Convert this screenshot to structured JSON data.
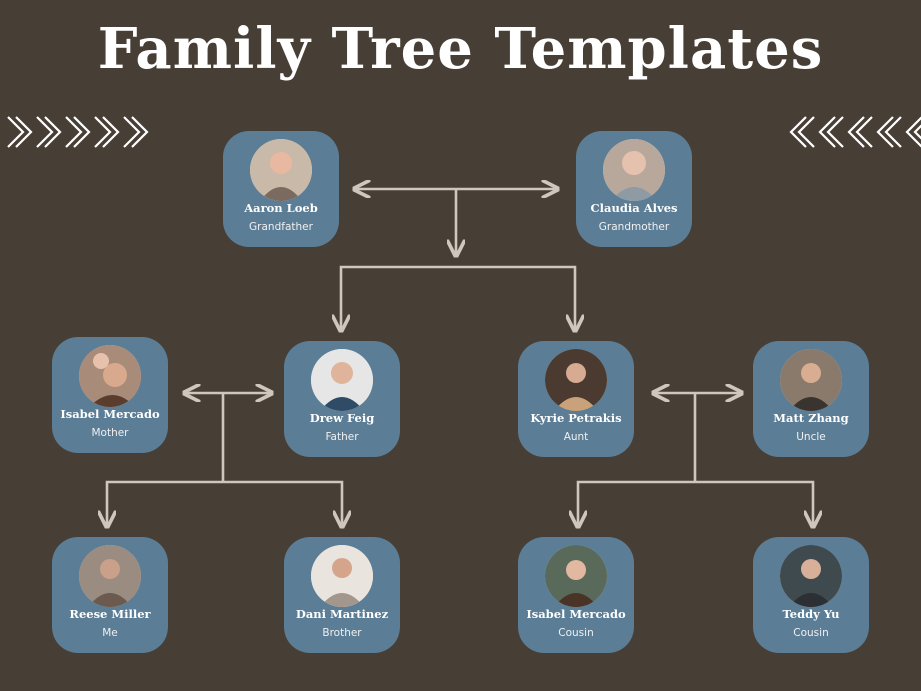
{
  "title": "Family Tree Templates",
  "colors": {
    "background": "#473e35",
    "card": "#5b7e96",
    "connector": "#cfc6bd",
    "text": "#ffffff"
  },
  "decorations": {
    "left": "chevrons-right-icon",
    "right": "chevrons-left-icon"
  },
  "members": {
    "aaron": {
      "name": "Aaron Loeb",
      "role": "Grandfather"
    },
    "claudia": {
      "name": "Claudia Alves",
      "role": "Grandmother"
    },
    "isabelm": {
      "name": "Isabel Mercado",
      "role": "Mother"
    },
    "drew": {
      "name": "Drew Feig",
      "role": "Father"
    },
    "kyrie": {
      "name": "Kyrie Petrakis",
      "role": "Aunt"
    },
    "matt": {
      "name": "Matt Zhang",
      "role": "Uncle"
    },
    "reese": {
      "name": "Reese Miller",
      "role": "Me"
    },
    "dani": {
      "name": "Dani Martinez",
      "role": "Brother"
    },
    "isabelc": {
      "name": "Isabel Mercado",
      "role": "Cousin"
    },
    "teddy": {
      "name": "Teddy Yu",
      "role": "Cousin"
    }
  }
}
